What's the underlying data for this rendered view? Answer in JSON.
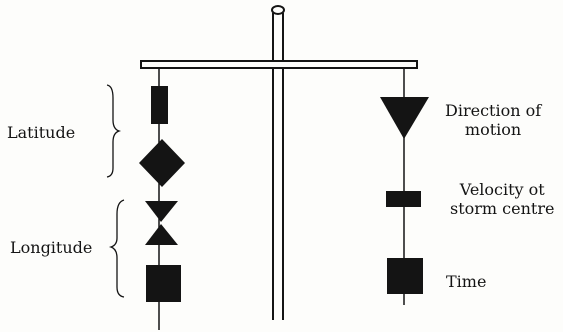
{
  "labels": {
    "latitude": "Latitude",
    "longitude": "Longitude",
    "direction": [
      "Direction of",
      "motion"
    ],
    "velocity": [
      "Velocity ot",
      "storm centre"
    ],
    "time": "Time"
  },
  "colors": {
    "ink": "#141414",
    "paper": "#fdfdfb"
  }
}
